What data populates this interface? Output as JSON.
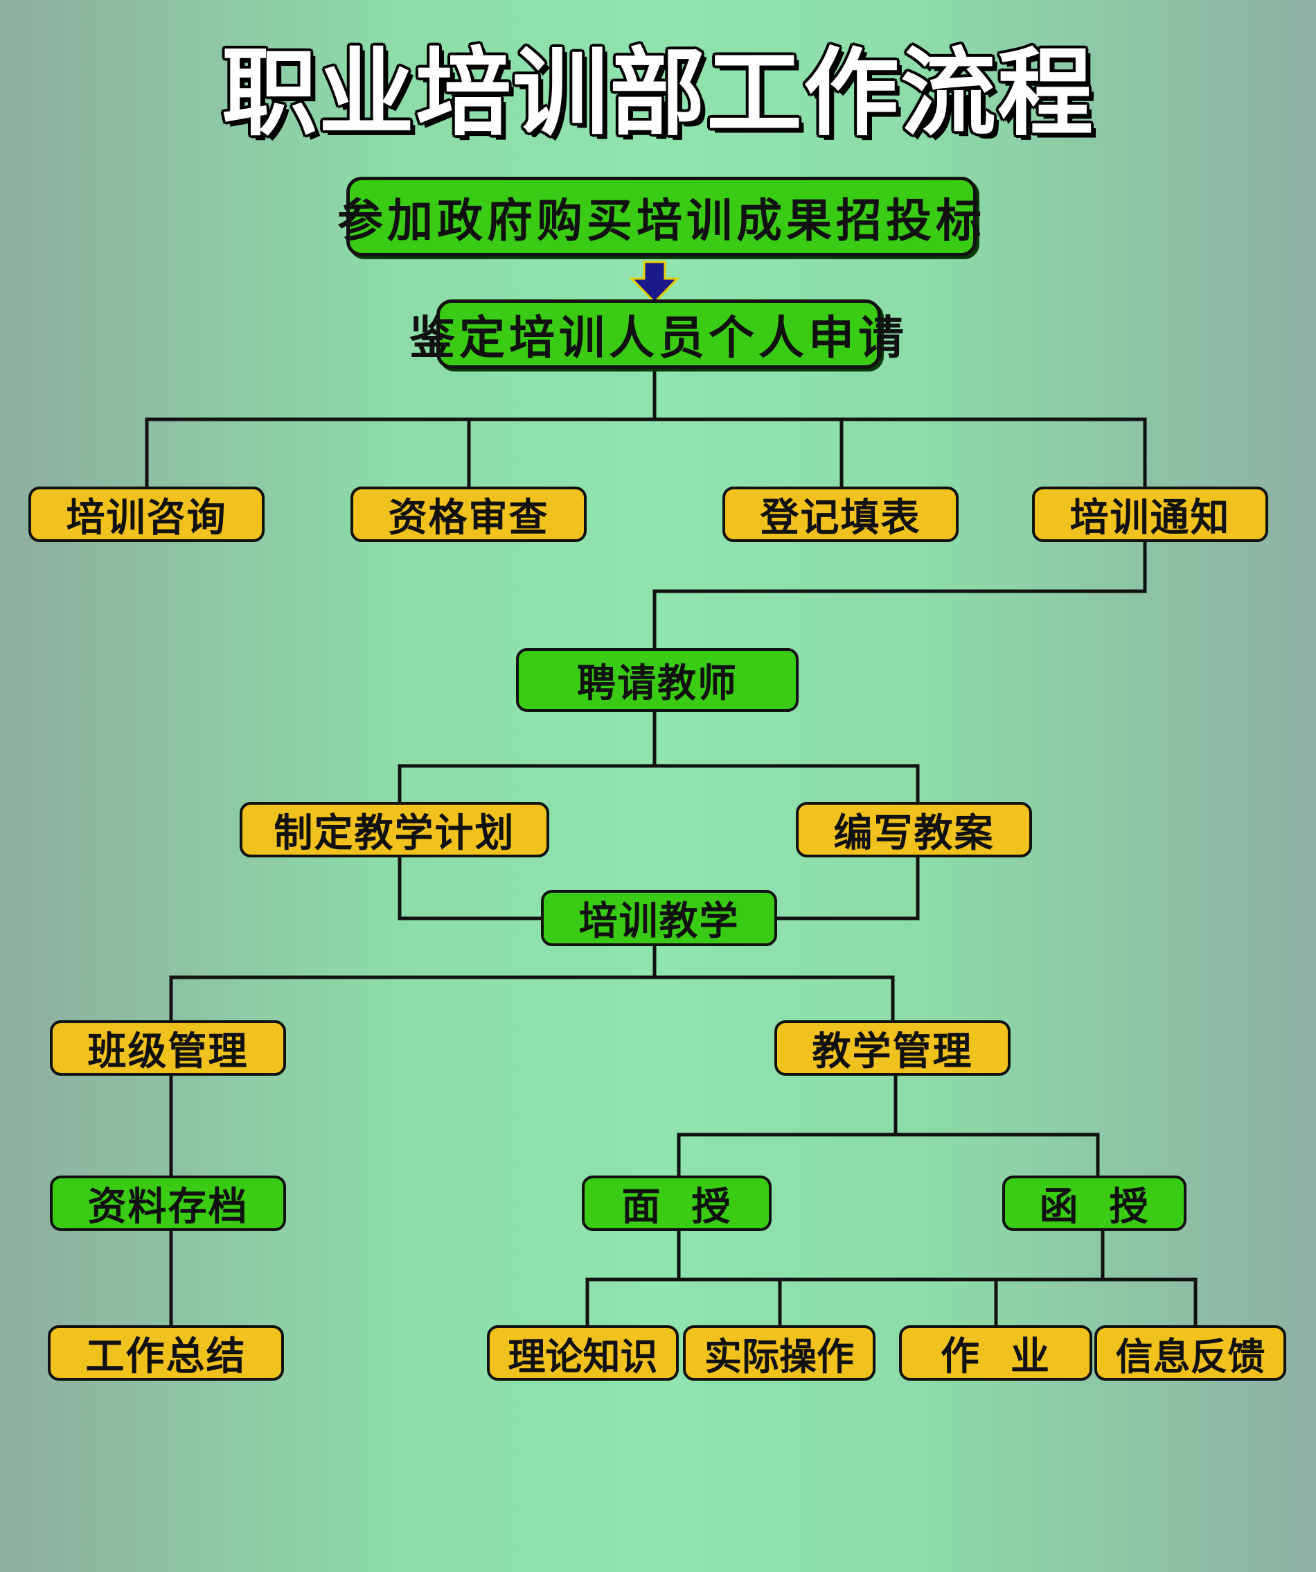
{
  "title": "职业培训部工作流程",
  "nodes": {
    "tender": "参加政府购买培训成果招投标",
    "application": "鉴定培训人员个人申请",
    "consult": "培训咨询",
    "qualification": "资格审查",
    "register": "登记填表",
    "notice": "培训通知",
    "hire_teacher": "聘请教师",
    "teaching_plan": "制定教学计划",
    "lesson_plan": "编写教案",
    "training_teaching": "培训教学",
    "class_management": "班级管理",
    "teaching_management": "教学管理",
    "archive": "资料存档",
    "face_teaching": "面  授",
    "correspondence": "函  授",
    "summary": "工作总结",
    "theory": "理论知识",
    "practice": "实际操作",
    "homework": "作  业",
    "feedback": "信息反馈"
  },
  "colors": {
    "green_box": "#3acc14",
    "yellow_box": "#f1c21d",
    "line": "#111111",
    "arrow": "#1c1a8a"
  }
}
